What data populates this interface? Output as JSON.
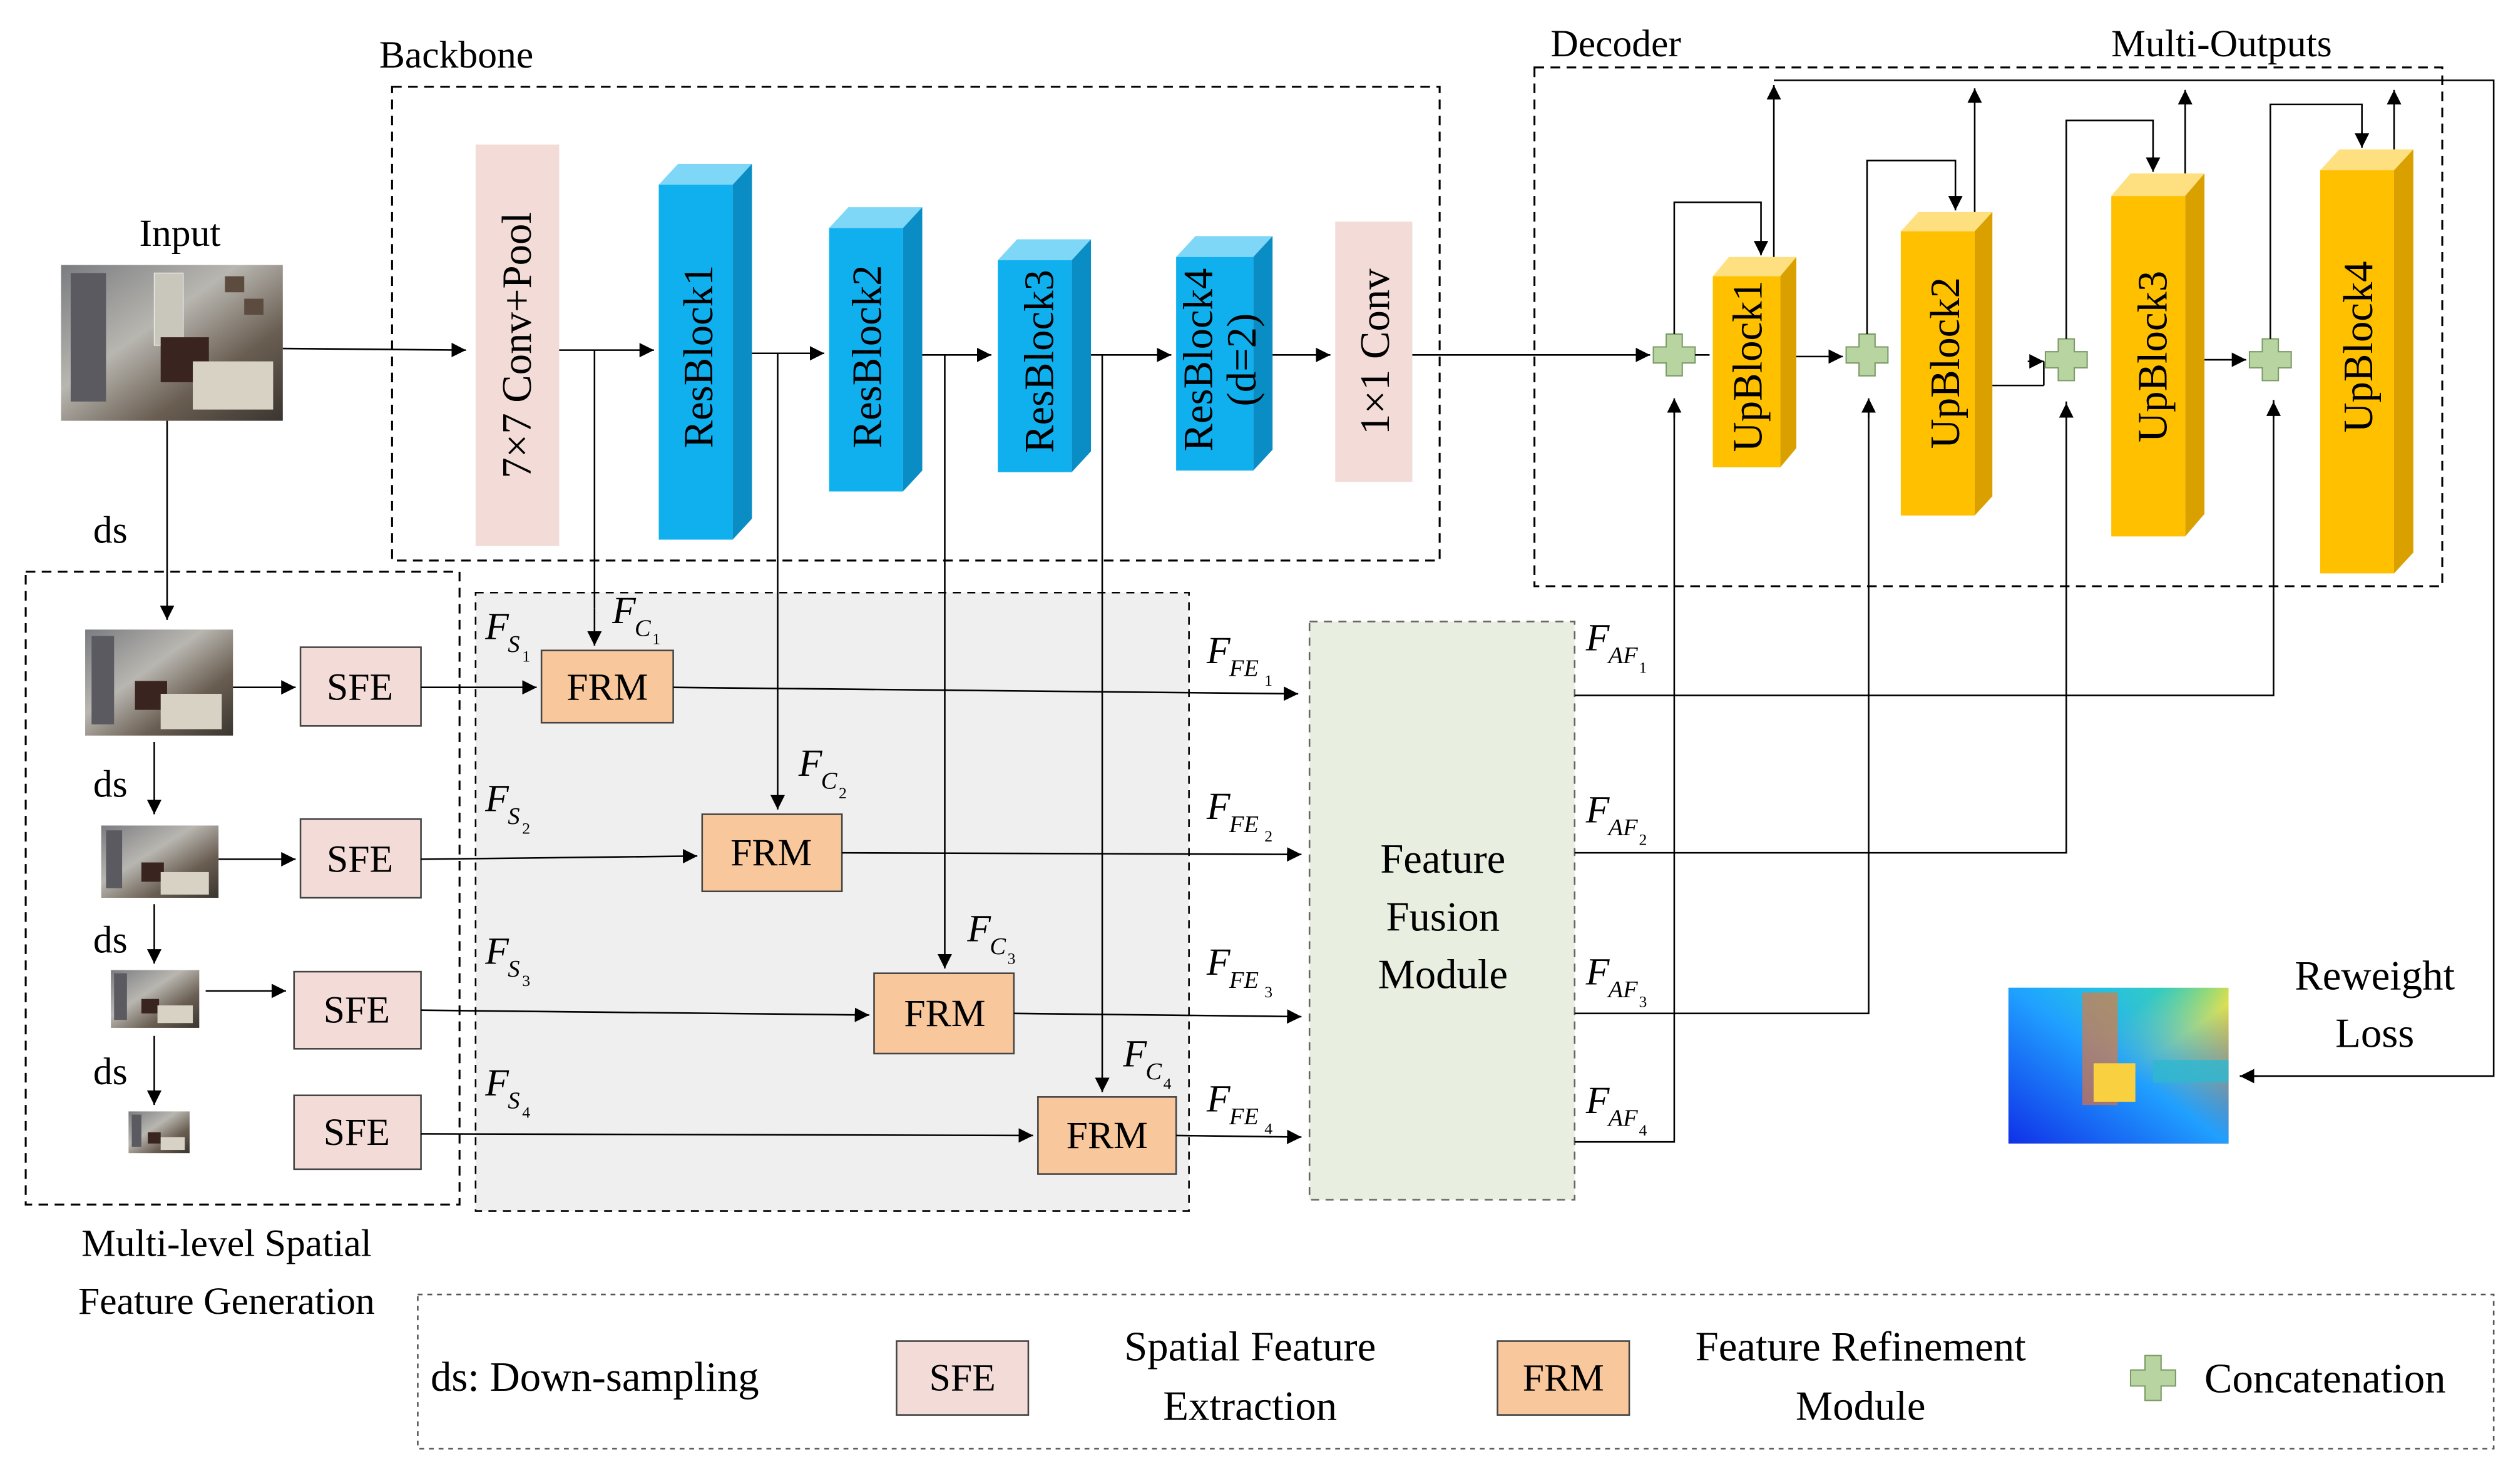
{
  "sections": {
    "backbone": "Backbone",
    "decoder": "Decoder",
    "multi_outputs": "Multi-Outputs",
    "input": "Input",
    "spatial_gen_line1": "Multi-level Spatial",
    "spatial_gen_line2": "Feature Generation"
  },
  "backbone_blocks": {
    "conv_pool": "7×7 Conv+Pool",
    "res1": "ResBlock1",
    "res2": "ResBlock2",
    "res3": "ResBlock3",
    "res4_line1": "ResBlock4",
    "res4_line2": "(d=2)",
    "conv1": "1×1 Conv"
  },
  "decoder_blocks": {
    "up1": "UpBlock1",
    "up2": "UpBlock2",
    "up3": "UpBlock3",
    "up4": "UpBlock4"
  },
  "modules": {
    "sfe": "SFE",
    "frm": "FRM",
    "ffm_line1": "Feature",
    "ffm_line2": "Fusion",
    "ffm_line3": "Module",
    "ds": "ds"
  },
  "labels": {
    "reweight_line1": "Reweight",
    "reweight_line2": "Loss",
    "F": "F",
    "S": "S",
    "C": "C",
    "FE": "FE",
    "AF": "AF",
    "idx1": "1",
    "idx2": "2",
    "idx3": "3",
    "idx4": "4"
  },
  "legend": {
    "ds": "ds:  Down-sampling",
    "sfe_box": "SFE",
    "sfe_line1": "Spatial Feature",
    "sfe_line2": "Extraction",
    "frm_box": "FRM",
    "frm_line1": "Feature Refinement",
    "frm_line2": "Module",
    "concat": "Concatenation"
  },
  "colors": {
    "resblock": "#10b0ef",
    "upblock": "#ffc000",
    "conv": "#f3dcd8",
    "frm": "#f8c89c",
    "ffm": "#e9efe0",
    "concat": "#b8d4a0",
    "gray_region": "#efefef"
  }
}
